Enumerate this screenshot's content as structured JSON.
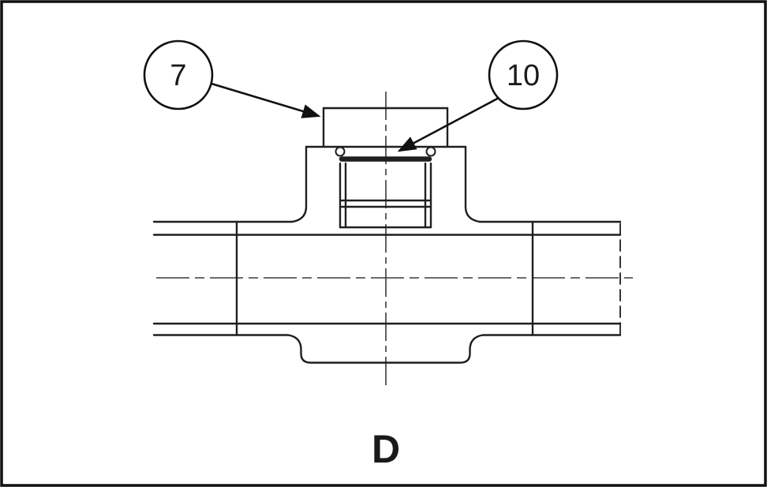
{
  "figure": {
    "view_label": "D",
    "callouts": [
      {
        "label": "7"
      },
      {
        "label": "10"
      }
    ]
  },
  "colors": {
    "line": "#1f1f1f",
    "centerline": "#3a3a3a",
    "background": "#ffffff",
    "frame": "#111111"
  }
}
